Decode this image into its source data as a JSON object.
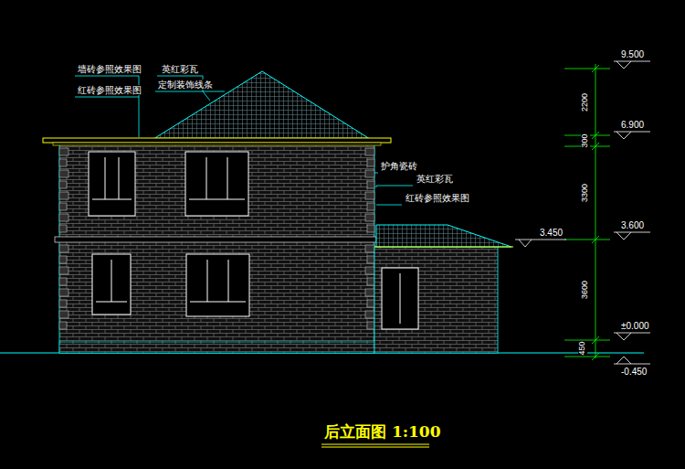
{
  "diagram": {
    "title": "后立面图 1:100",
    "labels": [
      "墙砖参照效果图",
      "红砖参照效果图",
      "英红彩瓦",
      "定制装饰线条",
      "护角瓷砖",
      "英红彩瓦",
      "红砖参照效果图",
      "9.500",
      "6.900",
      "3.600",
      "±0.000",
      "-0.450",
      "3.450",
      "2200",
      "300",
      "3300",
      "3600",
      "450"
    ]
  }
}
